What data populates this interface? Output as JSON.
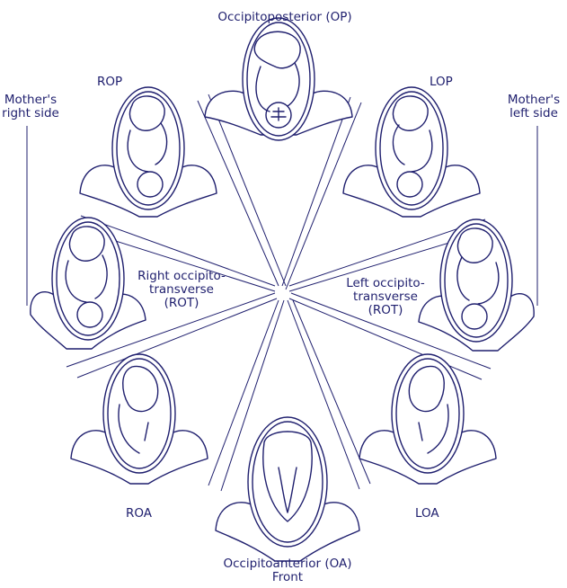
{
  "labels": {
    "op": "Occipitoposterior (OP)",
    "rop": "ROP",
    "lop": "LOP",
    "mother_right_line1": "Mother's",
    "mother_right_line2": "right side",
    "mother_left_line1": "Mother's",
    "mother_left_line2": "left side",
    "rot_line1": "Right occipito-",
    "rot_line2": "transverse",
    "rot_line3": "(ROT)",
    "lot_line1": "Left occipito-",
    "lot_line2": "transverse",
    "lot_line3": "(ROT)",
    "roa": "ROA",
    "loa": "LOA",
    "oa_line1": "Occipitoanterior (OA)",
    "oa_line2": "Front"
  },
  "colors": {
    "ink": "#1f1f6e",
    "background": "#ffffff"
  }
}
